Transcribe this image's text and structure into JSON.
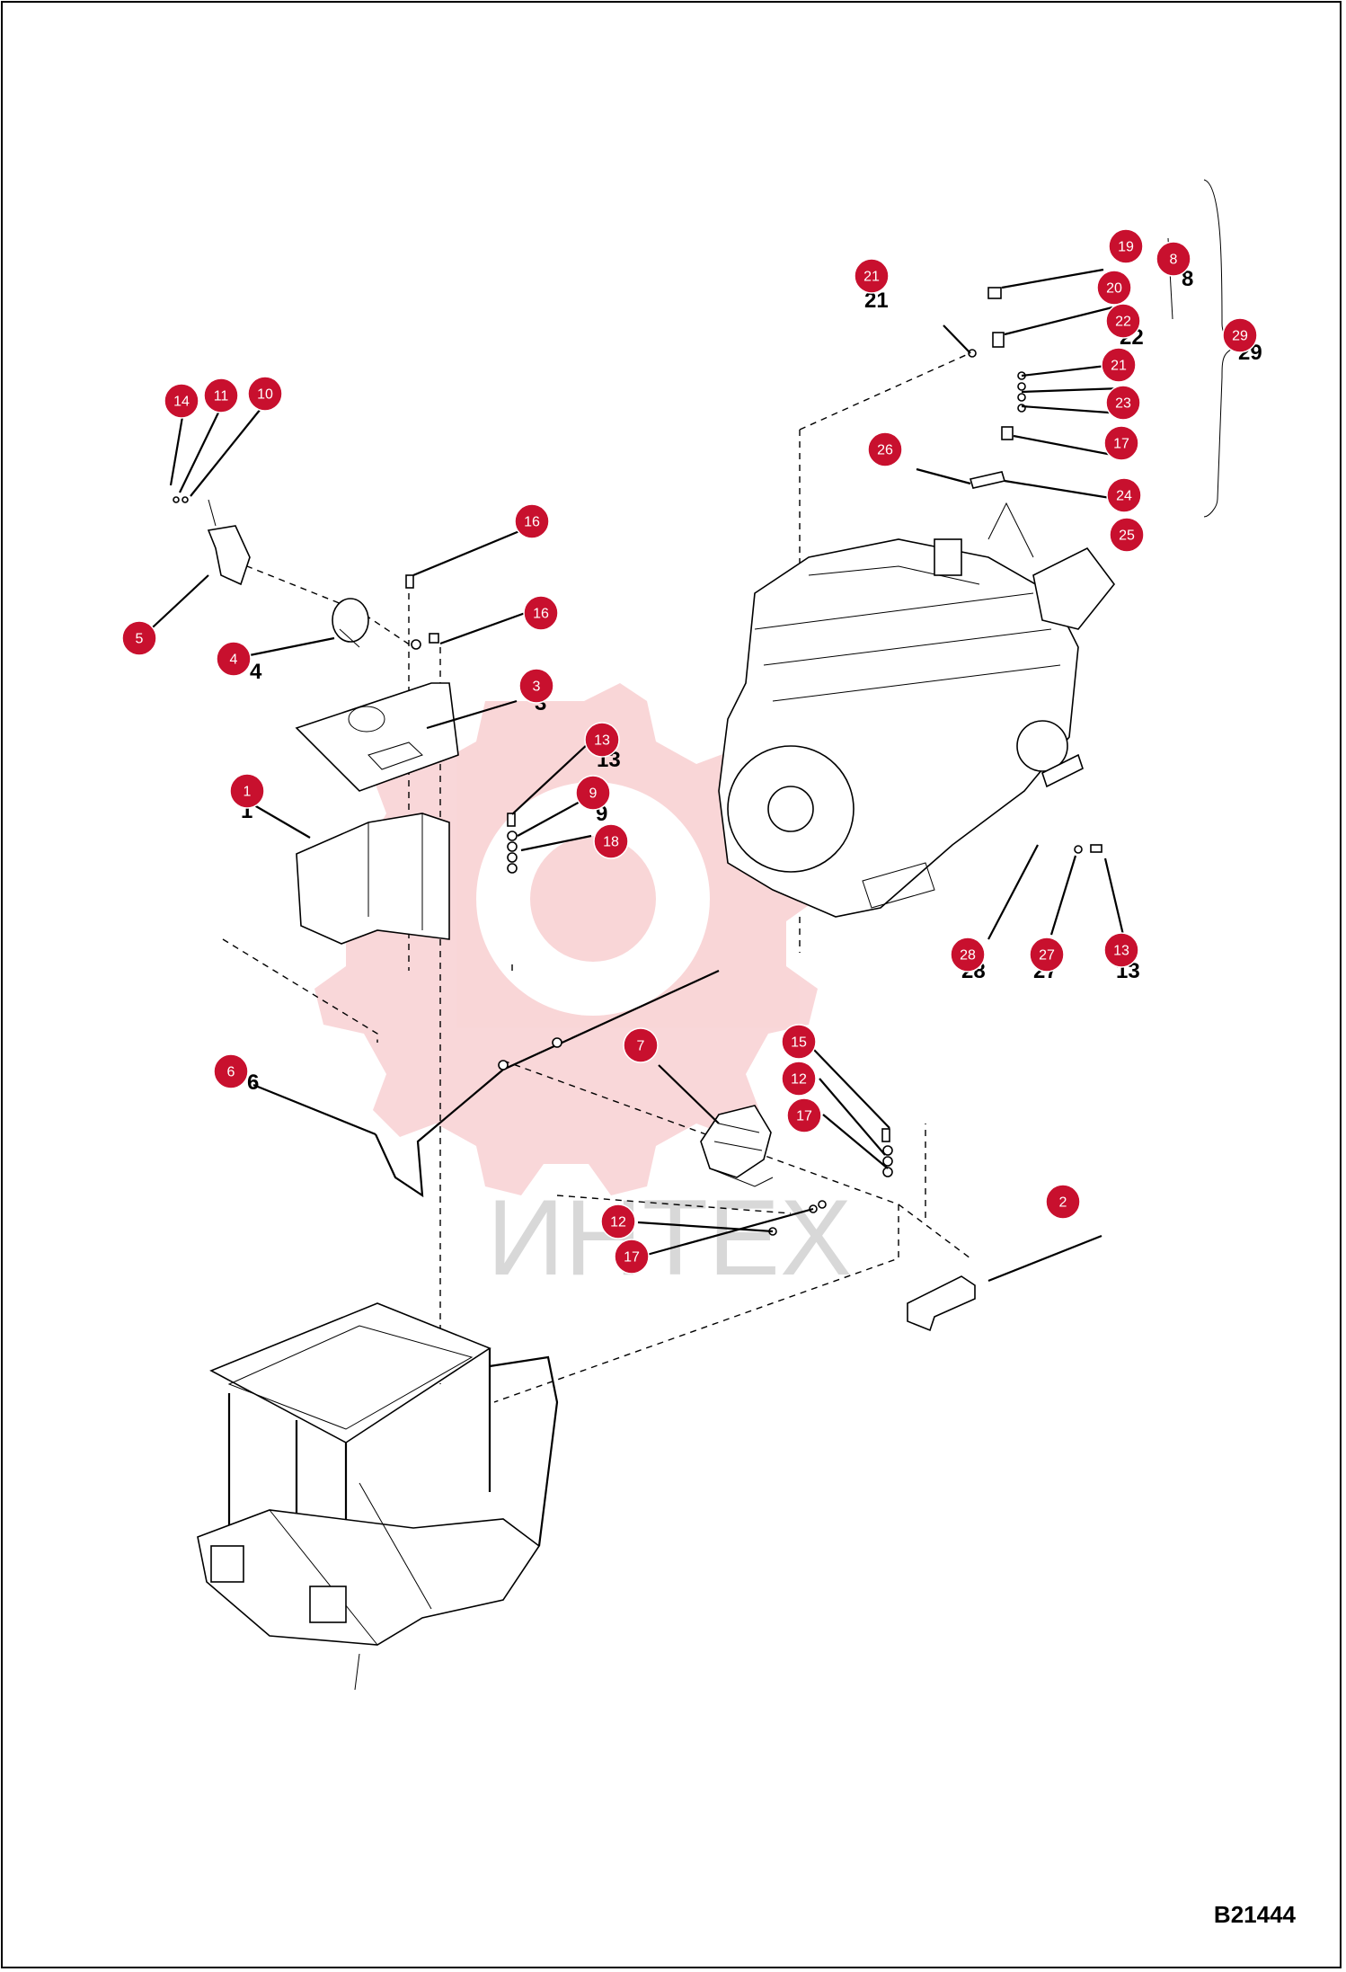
{
  "drawing_number": "B21444",
  "watermark_text": "ИНТЕХ",
  "accent_color": "#c8102e",
  "callouts": [
    {
      "id": "c1",
      "label": "1"
    },
    {
      "id": "c2",
      "label": "2"
    },
    {
      "id": "c3",
      "label": "3"
    },
    {
      "id": "c4",
      "label": "4"
    },
    {
      "id": "c5",
      "label": "5"
    },
    {
      "id": "c6",
      "label": "6"
    },
    {
      "id": "c7",
      "label": "7"
    },
    {
      "id": "c8",
      "label": "8"
    },
    {
      "id": "c9",
      "label": "9"
    },
    {
      "id": "c10",
      "label": "10"
    },
    {
      "id": "c11",
      "label": "11"
    },
    {
      "id": "c12a",
      "label": "12"
    },
    {
      "id": "c12b",
      "label": "12"
    },
    {
      "id": "c13a",
      "label": "13"
    },
    {
      "id": "c13b",
      "label": "13"
    },
    {
      "id": "c14",
      "label": "14"
    },
    {
      "id": "c15",
      "label": "15"
    },
    {
      "id": "c16a",
      "label": "16"
    },
    {
      "id": "c16b",
      "label": "16"
    },
    {
      "id": "c17a",
      "label": "17"
    },
    {
      "id": "c17b",
      "label": "17"
    },
    {
      "id": "c17c",
      "label": "17"
    },
    {
      "id": "c18",
      "label": "18"
    },
    {
      "id": "c19",
      "label": "19"
    },
    {
      "id": "c20",
      "label": "20"
    },
    {
      "id": "c21a",
      "label": "21"
    },
    {
      "id": "c21b",
      "label": "21"
    },
    {
      "id": "c22",
      "label": "22"
    },
    {
      "id": "c23",
      "label": "23"
    },
    {
      "id": "c24",
      "label": "24"
    },
    {
      "id": "c25",
      "label": "25"
    },
    {
      "id": "c26",
      "label": "26"
    },
    {
      "id": "c27",
      "label": "27"
    },
    {
      "id": "c28",
      "label": "28"
    },
    {
      "id": "c29",
      "label": "29"
    }
  ],
  "printed_labels": [
    {
      "id": "p1",
      "text": "1"
    },
    {
      "id": "p3",
      "text": "3"
    },
    {
      "id": "p4",
      "text": "4"
    },
    {
      "id": "p6",
      "text": "6"
    },
    {
      "id": "p8",
      "text": "8"
    },
    {
      "id": "p9",
      "text": "9"
    },
    {
      "id": "p13a",
      "text": "13"
    },
    {
      "id": "p13b",
      "text": "13"
    },
    {
      "id": "p21",
      "text": "21"
    },
    {
      "id": "p22",
      "text": "22"
    },
    {
      "id": "p27",
      "text": "27"
    },
    {
      "id": "p28",
      "text": "28"
    },
    {
      "id": "p29",
      "text": "29"
    }
  ]
}
